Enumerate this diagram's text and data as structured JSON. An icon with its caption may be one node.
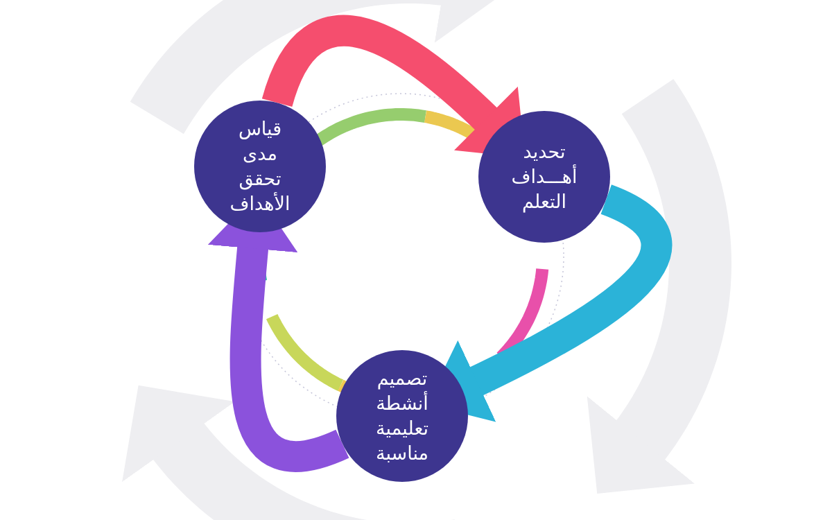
{
  "diagram": {
    "nodes": [
      {
        "text": [
          "تحديد أهـــداف التعلم"
        ]
      },
      {
        "text": [
          "تصميم أنشطة تعليمية مناسبة"
        ]
      },
      {
        "text": [
          "قياس مدى تحقق الأهداف"
        ]
      }
    ],
    "edges": [
      {
        "from": 2,
        "to": 0,
        "arrow": "to",
        "color": "#f54e6e"
      },
      {
        "from": 0,
        "to": 1,
        "arrow": "to",
        "color": "#2bb3d8"
      },
      {
        "from": 1,
        "to": 2,
        "arrow": "to",
        "color": "#8b52dc"
      }
    ]
  }
}
